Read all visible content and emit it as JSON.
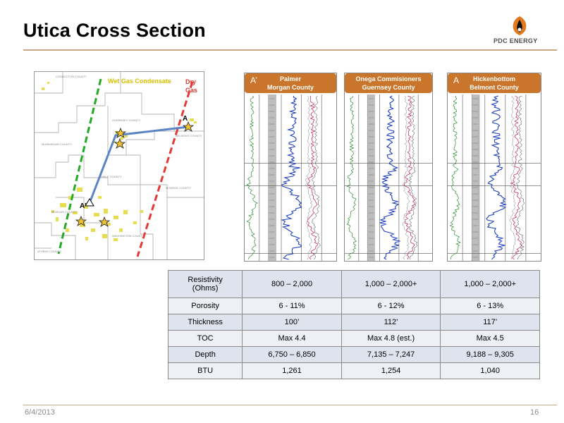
{
  "header": {
    "title": "Utica Cross Section"
  },
  "logo": {
    "text": "PDC ENERGY",
    "flame_color": "#e07a1c",
    "drop_color": "#111111"
  },
  "map": {
    "wet_gas_label": "Wet Gas Condensate",
    "dry_gas_label": "Dry\nGas",
    "point_a": "A",
    "point_a_prime": "A'",
    "wet_line_color": "#22aa22",
    "dry_line_color": "#e53935",
    "section_line_color": "#5b84c4",
    "counties": [
      "COSHOCTON COUNTY",
      "GUERNSEY COUNTY",
      "MUSKINGUM COUNTY",
      "BELMONT COUNTY",
      "NOBLE COUNTY",
      "MONROE COUNTY",
      "MORGAN COUNTY",
      "WASHINGTON COUNTY",
      "ATHENS COUNTY"
    ]
  },
  "logs": [
    {
      "letter": "A’",
      "title": "Palmer\nMorgan County"
    },
    {
      "letter": "",
      "title": "Onega Commisioners\nGuernsey County"
    },
    {
      "letter": "A",
      "title": "Hickenbottom\nBelmont County"
    }
  ],
  "table": {
    "columns": [
      "",
      "",
      "",
      ""
    ],
    "rows": [
      {
        "label": "Resistivity\n(Ohms)",
        "values": [
          "800 – 2,000",
          "1,000 – 2,000+",
          "1,000 – 2,000+"
        ]
      },
      {
        "label": "Porosity",
        "values": [
          "6 - 11%",
          "6 - 12%",
          "6 - 13%"
        ]
      },
      {
        "label": "Thickness",
        "values": [
          "100’",
          "112’",
          "117’"
        ]
      },
      {
        "label": "TOC",
        "values": [
          "Max 4.4",
          "Max 4.8 (est.)",
          "Max 4.5"
        ]
      },
      {
        "label": "Depth",
        "values": [
          "6,750 – 6,850",
          "7,135 – 7,247",
          "9,188 – 9,305"
        ]
      },
      {
        "label": "BTU",
        "values": [
          "1,261",
          "1,254",
          "1,040"
        ]
      }
    ]
  },
  "footer": {
    "date": "6/4/2013",
    "page": "16"
  }
}
